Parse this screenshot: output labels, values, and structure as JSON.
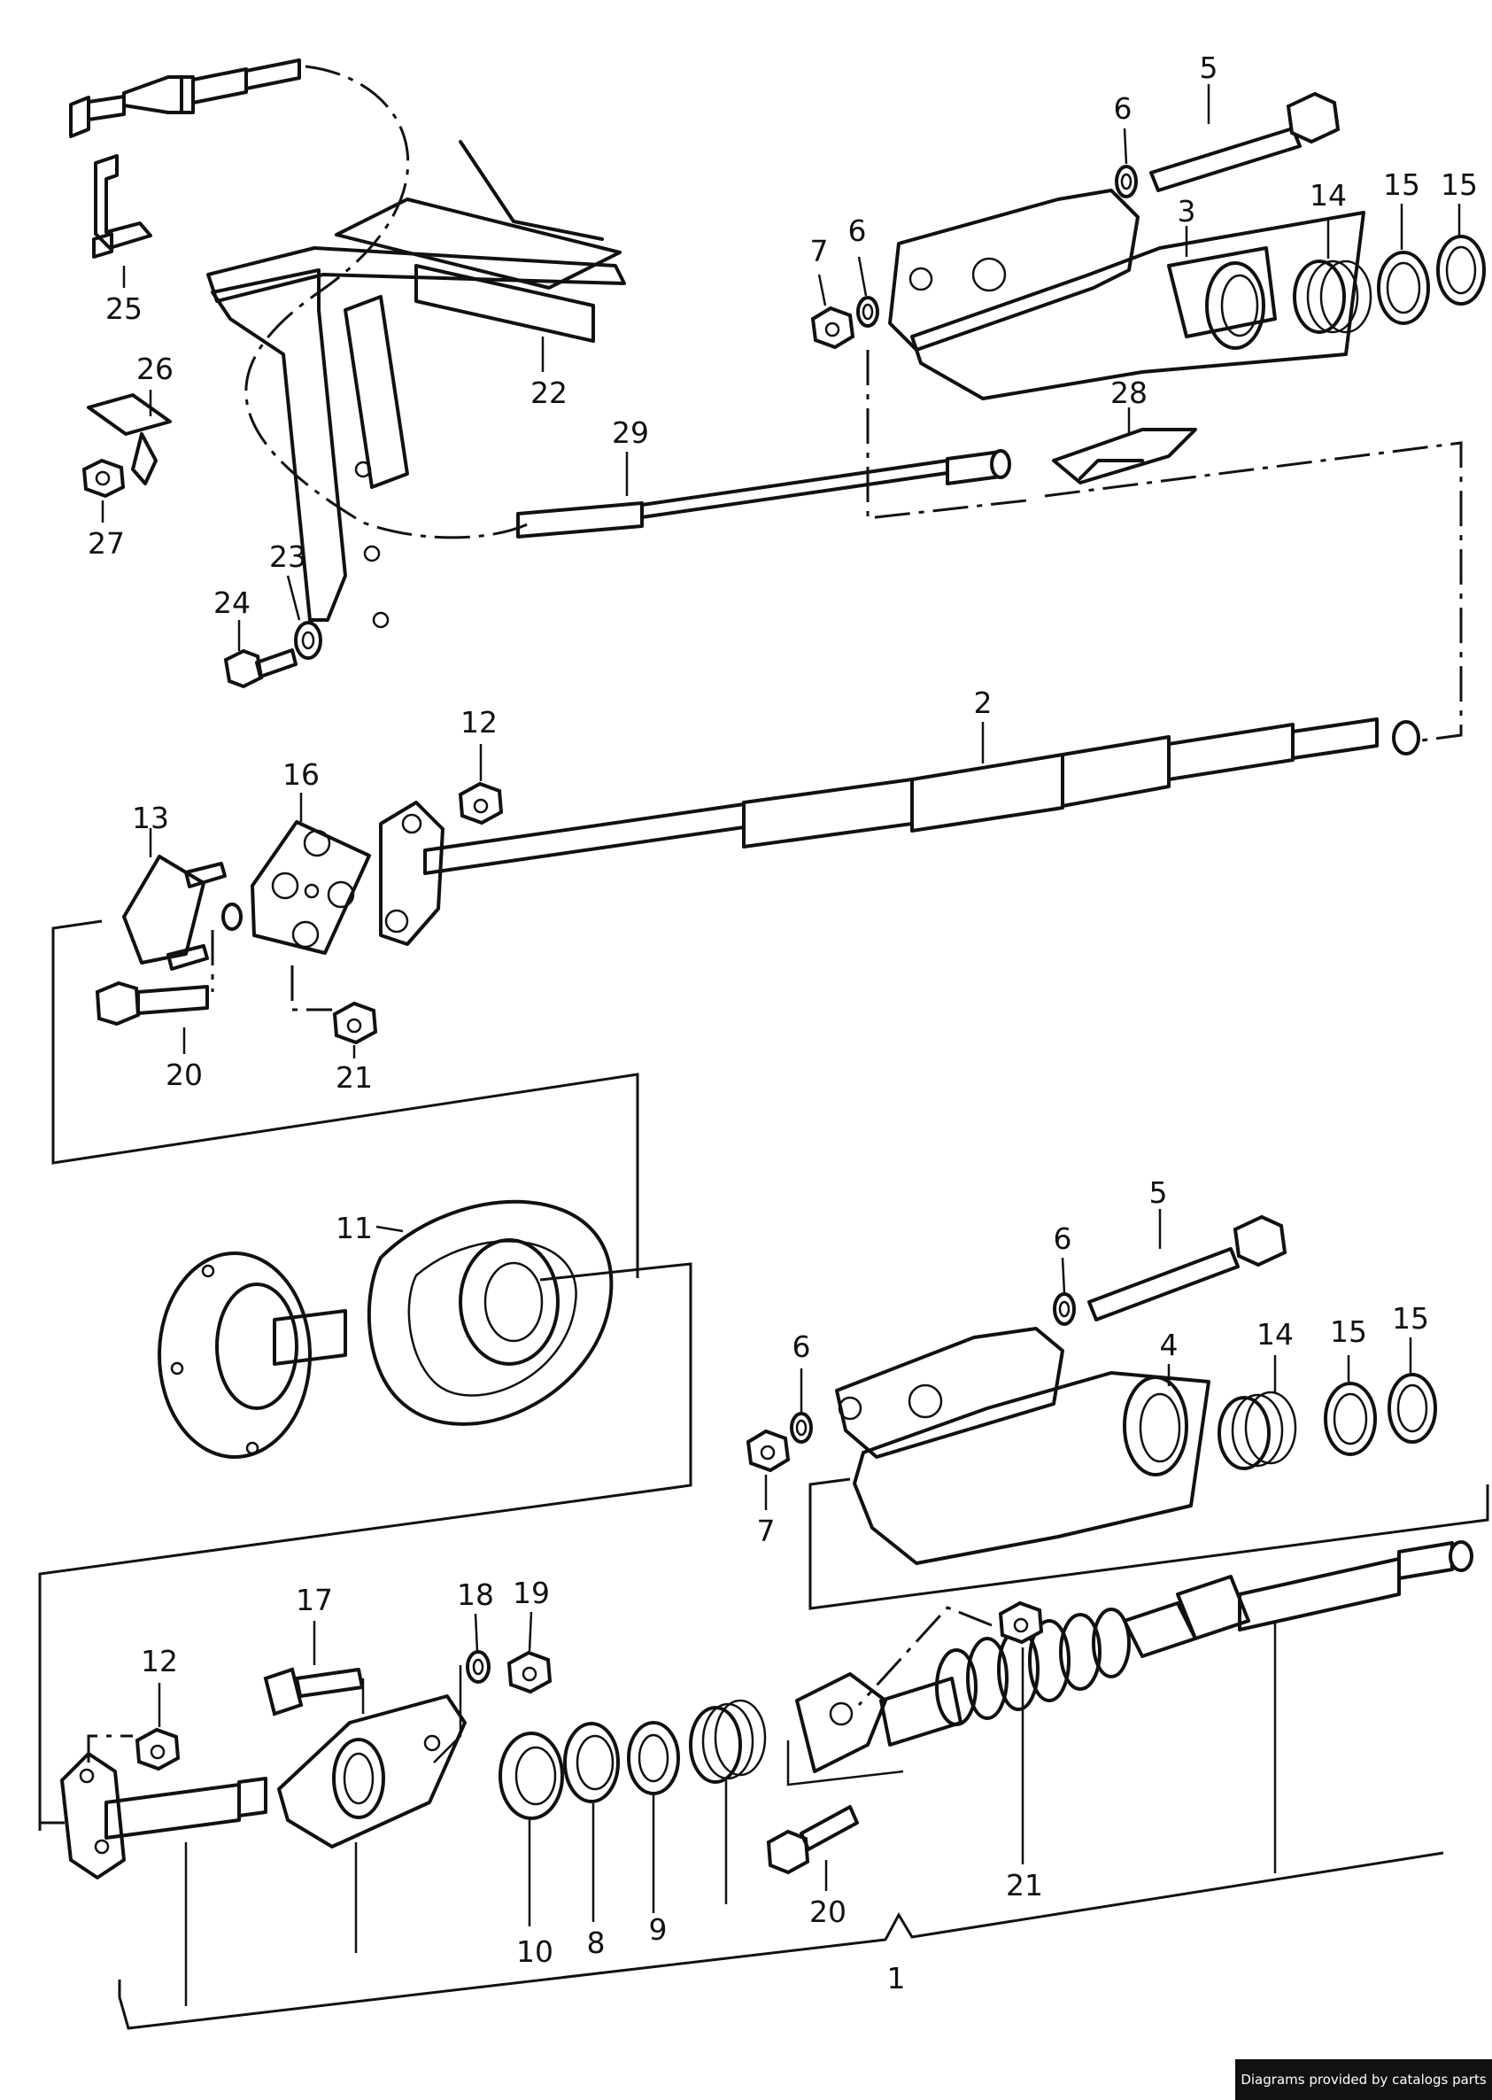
{
  "callouts": {
    "c1": "1",
    "c2": "2",
    "c3": "3",
    "c4": "4",
    "c5a": "5",
    "c5b": "5",
    "c6a": "6",
    "c6b": "6",
    "c6c": "6",
    "c6d": "6",
    "c7a": "7",
    "c7b": "7",
    "c8": "8",
    "c9": "9",
    "c10": "10",
    "c11": "11",
    "c12a": "12",
    "c12b": "12",
    "c13": "13",
    "c14a": "14",
    "c14b": "14",
    "c15a": "15",
    "c15b": "15",
    "c15c": "15",
    "c15d": "15",
    "c16": "16",
    "c17": "17",
    "c18": "18",
    "c19": "19",
    "c20a": "20",
    "c20b": "20",
    "c21a": "21",
    "c21b": "21",
    "c22": "22",
    "c23": "23",
    "c24": "24",
    "c25": "25",
    "c26": "26",
    "c27": "27",
    "c28": "28",
    "c29": "29"
  },
  "footer": {
    "credit": "Diagrams provided by catalogs parts"
  }
}
